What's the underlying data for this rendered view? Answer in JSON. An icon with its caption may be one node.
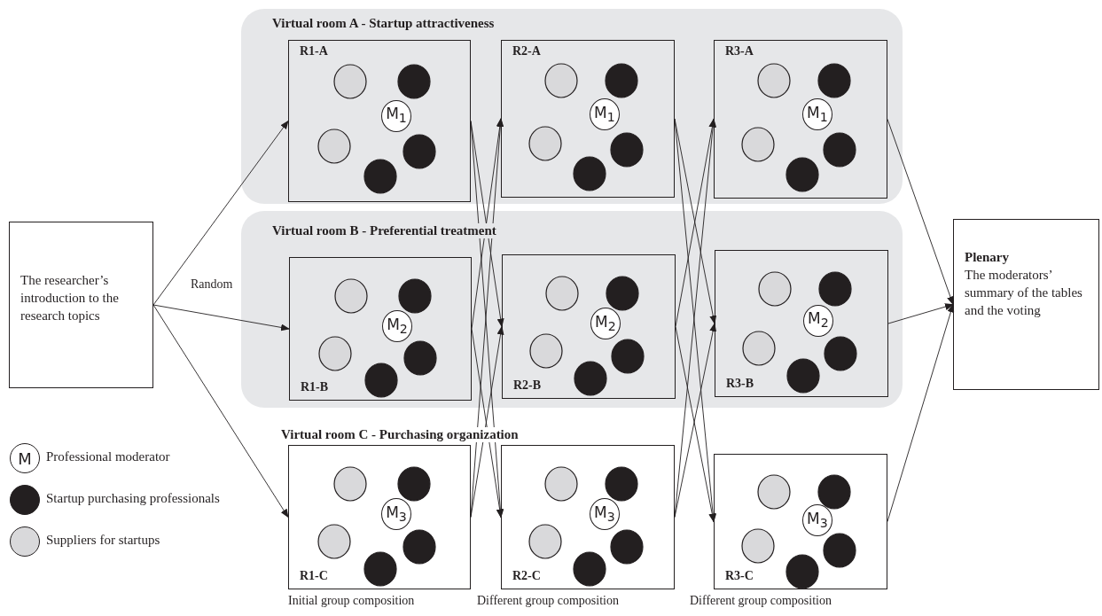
{
  "diagram": {
    "nodes": [
      {
        "text": [
          "The researcher’s introduction to the research topics"
        ]
      },
      {
        "text": [
          "Virtual room A - Startup attractiveness"
        ]
      },
      {
        "text": [
          "R1-A"
        ],
        "in": 1
      },
      {
        "text": [
          "M$_{1}$"
        ],
        "in": 2
      },
      {
        "text": [
          "R2-A"
        ],
        "in": 1
      },
      {
        "text": [
          "M$_{1}$"
        ],
        "in": 4
      },
      {
        "text": [
          "R3-A"
        ],
        "in": 1
      },
      {
        "text": [
          "M$_{1}$"
        ],
        "in": 6
      },
      {
        "text": [
          "Virtual room B - Preferential treatment"
        ]
      },
      {
        "text": [
          "R1-B"
        ],
        "in": 8
      },
      {
        "text": [
          "M$_{2}$"
        ],
        "in": 9
      },
      {
        "text": [
          "R2-B"
        ],
        "in": 8
      },
      {
        "text": [
          "M$_{2}$"
        ],
        "in": 11
      },
      {
        "text": [
          "R3-B"
        ],
        "in": 8
      },
      {
        "text": [
          "M$_{2}$"
        ],
        "in": 13
      },
      {
        "text": [
          "R1-C"
        ]
      },
      {
        "text": [
          "M$_{3}$"
        ],
        "in": 15
      },
      {
        "text": [
          "R2-C"
        ]
      },
      {
        "text": [
          "M$_{3}$"
        ],
        "in": 17
      },
      {
        "text": [
          "R3-C"
        ]
      },
      {
        "text": [
          "M$_{3}$"
        ],
        "in": 19
      },
      {
        "text": [
          "Plenary",
          "The moderators’ summary of the tables and the voting"
        ]
      }
    ],
    "edges": [
      {
        "from": 0,
        "to": 2,
        "arrow": "to"
      },
      {
        "from": 0,
        "to": 9,
        "arrow": "to"
      },
      {
        "from": 0,
        "to": 15,
        "arrow": "to"
      },
      {
        "from": 2,
        "to": 11,
        "arrow": "to"
      },
      {
        "from": 2,
        "to": 17,
        "arrow": "to"
      },
      {
        "from": 9,
        "to": 4,
        "arrow": "to"
      },
      {
        "from": 9,
        "to": 17,
        "arrow": "to"
      },
      {
        "from": 15,
        "to": 4,
        "arrow": "to"
      },
      {
        "from": 15,
        "to": 11,
        "arrow": "to"
      },
      {
        "from": 4,
        "to": 13,
        "arrow": "to"
      },
      {
        "from": 4,
        "to": 19,
        "arrow": "to"
      },
      {
        "from": 11,
        "to": 6,
        "arrow": "to"
      },
      {
        "from": 11,
        "to": 19,
        "arrow": "to"
      },
      {
        "from": 17,
        "to": 6,
        "arrow": "to"
      },
      {
        "from": 17,
        "to": 13,
        "arrow": "to"
      },
      {
        "from": 6,
        "to": 21,
        "arrow": "to"
      },
      {
        "from": 13,
        "to": 21,
        "arrow": "to"
      },
      {
        "from": 19,
        "to": 21,
        "arrow": "to"
      }
    ],
    "labels": [
      "Random",
      "Virtual room C - Purchasing organization",
      "M",
      "Initial group composition",
      "Different group composition",
      "Different group composition"
    ],
    "legend": [
      {
        "text": "Professional moderator",
        "color": "#ffffff"
      },
      {
        "text": "Startup purchasing professionals",
        "color": "#231f20"
      },
      {
        "text": "Suppliers for startups",
        "color": "#d9d9db"
      }
    ]
  }
}
